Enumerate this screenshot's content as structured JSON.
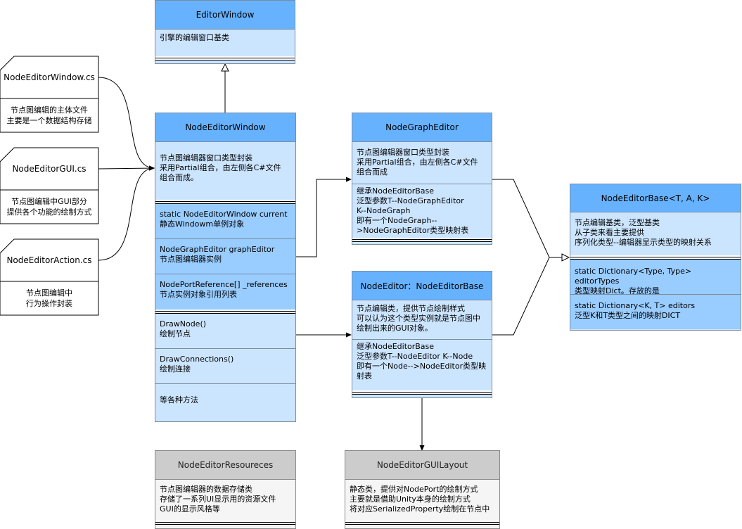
{
  "editorWindow": {
    "title": "EditorWindow",
    "desc": "引擎的编辑窗口基类"
  },
  "nodeEditorWindow": {
    "title": "NodeEditorWindow",
    "desc": "节点图编辑器窗口类型封装\n采用Partial组合，由左侧各C#文件\n组合而成。",
    "fields": [
      "static NodeEditorWindow current\n静态Windowm单例对象",
      "NodeGraphEditor graphEditor\n节点图编辑器实例",
      "NodePortReference[] _references\n节点实例对象引用列表"
    ],
    "methods": [
      "DrawNode()\n绘制节点",
      "DrawConnections()\n绘制连接",
      "等各种方法"
    ]
  },
  "nodeGraphEditor": {
    "title": "NodeGraphEditor",
    "desc": "节点图编辑器窗口类型封装\n采用Partial组合，由左侧各C#文件\n组合而成",
    "field": "继承NodeEditorBase\n泛型参数T--NodeGraphEditor\nK--NodeGraph\n即有一个NodeGraph--\n>NodeGraphEditor类型映射表"
  },
  "nodeEditor": {
    "title": "NodeEditor：NodeEditorBase",
    "desc": "节点编辑类，提供节点绘制样式\n可以认为这个类型实例就是节点图中\n绘制出来的GUI对象。",
    "field": "继承NodeEditorBase\n泛型参数T--NodeEditor K--Node\n即有一个Node-->NodeEditor类型映\n射表"
  },
  "nodeEditorBase": {
    "title": "NodeEditorBase<T, A, K>",
    "desc": "节点编辑基类，泛型基类\n从子类来看主要提供\n序列化类型--编辑器显示类型的映射关系",
    "fields": [
      "static Dictionary<Type, Type> editorTypes\n类型映射Dict。存放的是",
      "static Dictionary<K, T> editors\n泛型K和T类型之间的映射DICT"
    ]
  },
  "resources": {
    "title": "NodeEditorResoureces",
    "desc": "节点图编辑器的数据存储类\n存储了一系列UI显示用的资源文件\nGUI的显示风格等"
  },
  "guiLayout": {
    "title": "NodeEditorGUILayout",
    "desc": "静态类，提供对NodePort的绘制方式\n主要就是借助Unity本身的绘制方式\n将对应SerializedProperty绘制在节点中"
  },
  "files": [
    {
      "name": "NodeEditorWindow.cs",
      "note": "节点图编辑的主体文件\n主要是一个数据结构存储"
    },
    {
      "name": "NodeEditorGUI.cs",
      "note": "节点图编辑中GUI部分\n提供各个功能的绘制方式"
    },
    {
      "name": "NodeEditorAction.cs",
      "note": "节点图编辑中\n行为操作封装"
    }
  ],
  "colors": {
    "header": "#66b2ff",
    "body": "#cce5ff",
    "member": "#99ccff",
    "grayHeader": "#cccccc",
    "grayBody": "#f5f5f5"
  }
}
